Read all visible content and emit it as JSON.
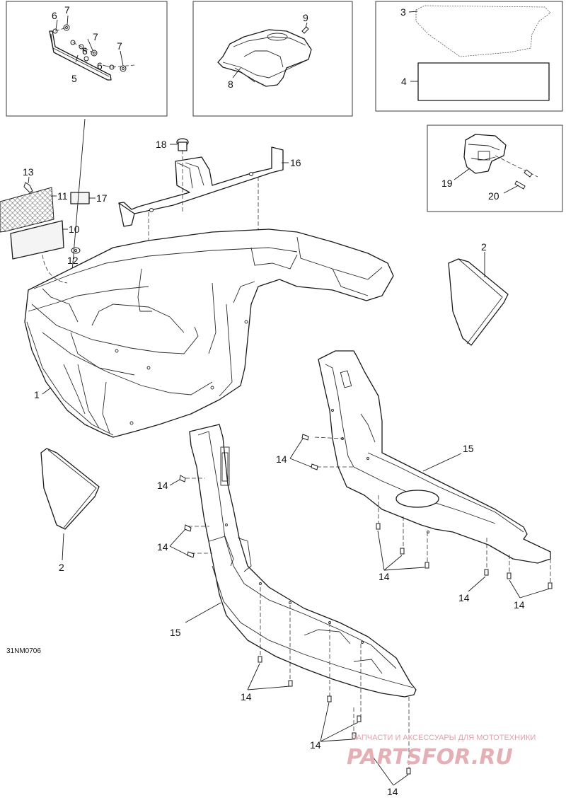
{
  "callouts": {
    "c1": "1",
    "c2": "2",
    "c3": "3",
    "c4": "4",
    "c5": "5",
    "c6": "6",
    "c7": "7",
    "c8": "8",
    "c9": "9",
    "c10": "10",
    "c11": "11",
    "c12": "12",
    "c13": "13",
    "c14": "14",
    "c15": "15",
    "c16": "16",
    "c17": "17",
    "c18": "18",
    "c19": "19",
    "c20": "20"
  },
  "drawing_code": "31NM0706",
  "watermark": {
    "tagline": "ЗАПЧАСТИ И АКСЕССУАРЫ ДЛЯ МОТОТЕХНИКИ",
    "logo": "PARTSFOR.RU",
    "logo_color": "#e4b0b6"
  }
}
